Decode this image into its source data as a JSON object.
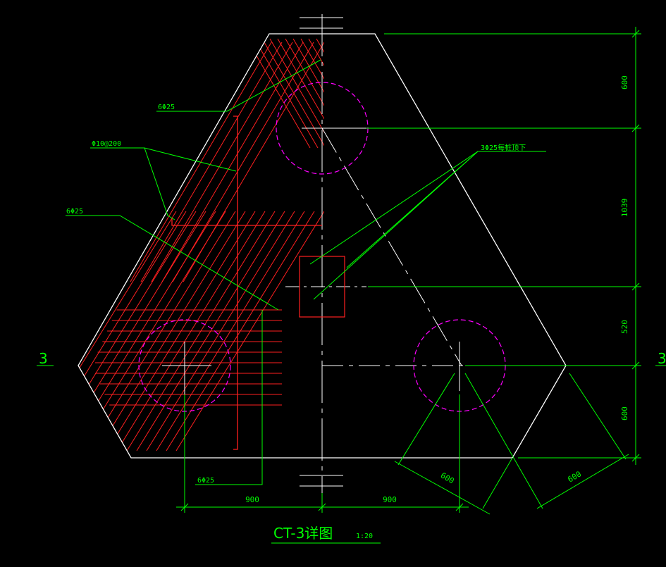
{
  "colors": {
    "background": "#000000",
    "outline": "#ffffff",
    "rebar": "#ff2020",
    "annotation": "#00ff00",
    "pile_circle": "#ff00ff",
    "centerline": "#ffffff"
  },
  "drawing": {
    "title": "CT-3详图",
    "scale": "1:20",
    "section_mark_left": "3",
    "section_mark_right": "3"
  },
  "labels": {
    "rebar_top": "6Φ25",
    "stirrup": "Φ10@200",
    "rebar_left": "6Φ25",
    "rebar_bottom": "6Φ25",
    "rebar_pile": "3Φ25每桩顶下"
  },
  "dimensions": {
    "right_1": "600",
    "right_2": "1039",
    "right_3": "520",
    "right_4": "600",
    "bottom_left": "900",
    "bottom_right": "900",
    "diag_1": "600",
    "diag_2": "600"
  },
  "icons": {
    "pile": "dashed-circle",
    "column": "rectangle-outline"
  }
}
